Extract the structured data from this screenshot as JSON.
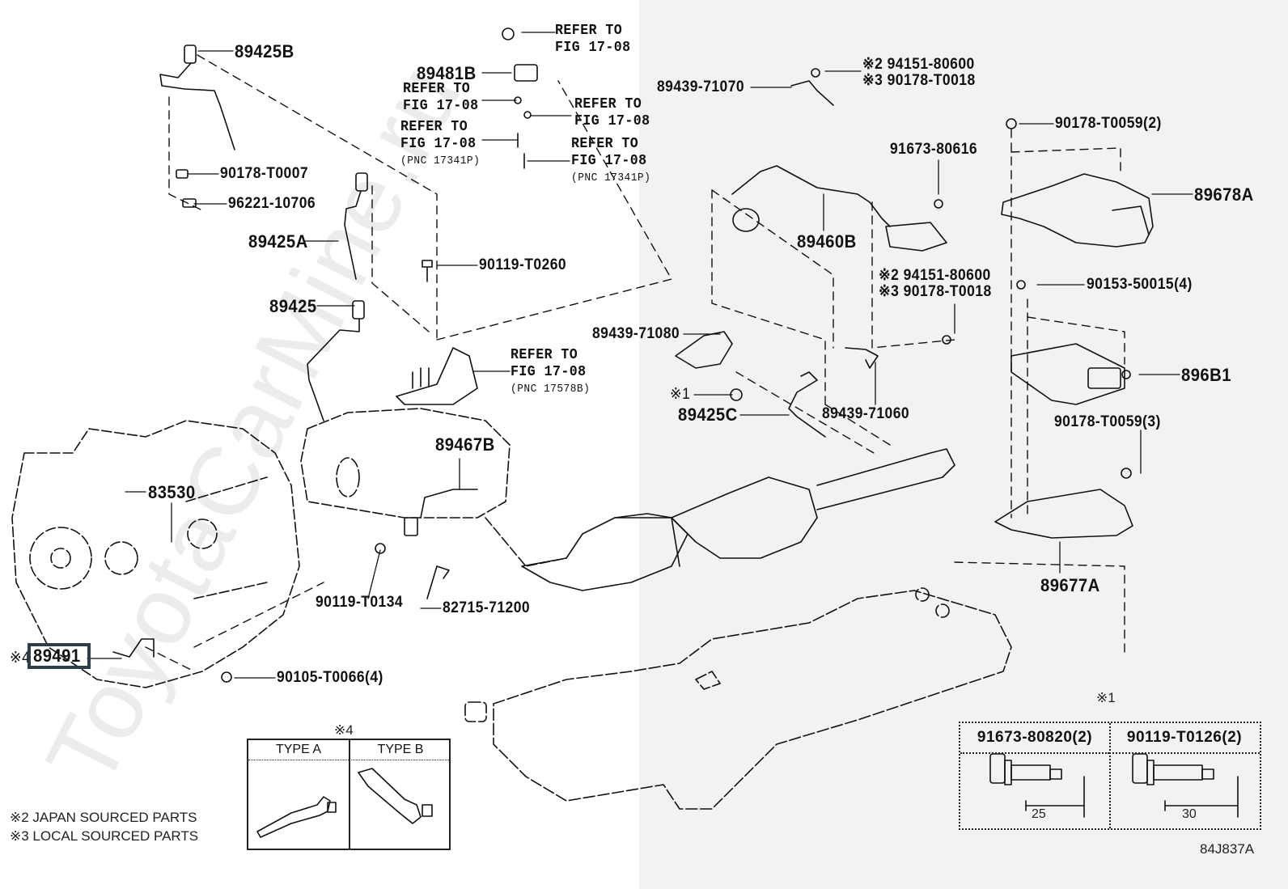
{
  "diagram": {
    "figure_code": "84J837A",
    "watermark": "ToyotaCarMine.ru",
    "part_labels": {
      "p89425B": "89425B",
      "p89481B": "89481B",
      "p90178_T0007": "90178-T0007",
      "p96221_10706": "96221-10706",
      "p89425A": "89425A",
      "p89425": "89425",
      "p90119_T0260": "90119-T0260",
      "p83530": "83530",
      "p89467B": "89467B",
      "p90119_T0134": "90119-T0134",
      "p82715_71200": "82715-71200",
      "p89491": "89491",
      "p89491_mark": "※4",
      "p90105_T0066": "90105-T0066(4)",
      "p89439_71070": "89439-71070",
      "p94151_80600_a": "※2 94151-80600",
      "p90178_T0018_a": "※3 90178-T0018",
      "p91673_80616": "91673-80616",
      "p89460B": "89460B",
      "p94151_80600_b": "※2 94151-80600",
      "p90178_T0018_b": "※3 90178-T0018",
      "p89439_71080": "89439-71080",
      "p_mark1": "※1",
      "p89425C": "89425C",
      "p89439_71060": "89439-71060",
      "p90178_T0059_2": "90178-T0059(2)",
      "p89678A": "89678A",
      "p90153_50015": "90153-50015(4)",
      "p896B1": "896B1",
      "p90178_T0059_3": "90178-T0059(3)",
      "p89677A": "89677A"
    },
    "references": [
      {
        "line1": "REFER TO",
        "line2": "FIG 17-08",
        "pnc": ""
      },
      {
        "line1": "REFER TO",
        "line2": "FIG 17-08",
        "pnc": ""
      },
      {
        "line1": "REFER TO",
        "line2": "FIG 17-08",
        "pnc": ""
      },
      {
        "line1": "REFER TO",
        "line2": "FIG 17-08",
        "pnc": "(PNC 17341P)"
      },
      {
        "line1": "REFER TO",
        "line2": "FIG 17-08",
        "pnc": "(PNC 17341P)"
      },
      {
        "line1": "REFER TO",
        "line2": "FIG 17-08",
        "pnc": "(PNC 17578B)"
      }
    ],
    "notes": [
      "※2 JAPAN SOURCED PARTS",
      "※3 LOCAL SOURCED PARTS"
    ],
    "type_table": {
      "mark": "※4",
      "columns": [
        "TYPE A",
        "TYPE B"
      ]
    },
    "bolt_table": {
      "mark": "※1",
      "columns": [
        {
          "part": "91673-80820(2)",
          "length": "25"
        },
        {
          "part": "90119-T0126(2)",
          "length": "30"
        }
      ]
    }
  }
}
